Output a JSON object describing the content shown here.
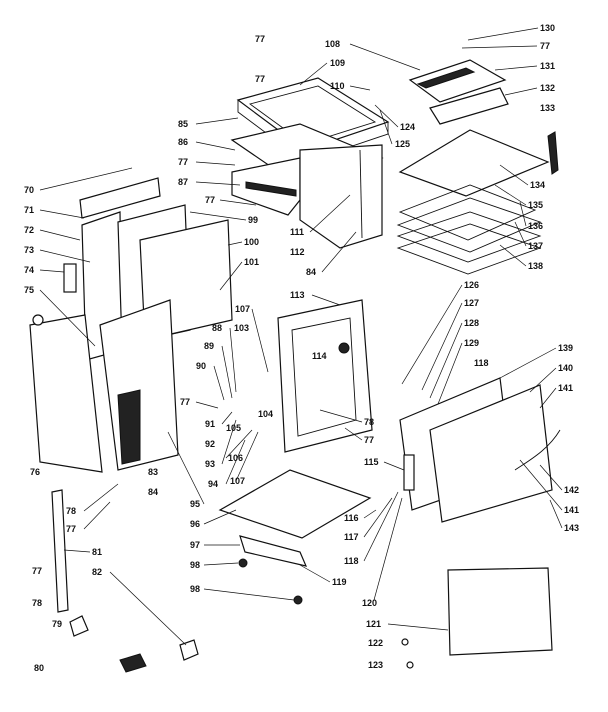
{
  "callouts": [
    {
      "id": "c130",
      "label": "130"
    },
    {
      "id": "c77a",
      "label": "77"
    },
    {
      "id": "c108",
      "label": "108"
    },
    {
      "id": "c77b",
      "label": "77"
    },
    {
      "id": "c131",
      "label": "131"
    },
    {
      "id": "c109",
      "label": "109"
    },
    {
      "id": "c77c",
      "label": "77"
    },
    {
      "id": "c110",
      "label": "110"
    },
    {
      "id": "c132",
      "label": "132"
    },
    {
      "id": "c133",
      "label": "133"
    },
    {
      "id": "c85",
      "label": "85"
    },
    {
      "id": "c124",
      "label": "124"
    },
    {
      "id": "c86",
      "label": "86"
    },
    {
      "id": "c125",
      "label": "125"
    },
    {
      "id": "c77d",
      "label": "77"
    },
    {
      "id": "c134",
      "label": "134"
    },
    {
      "id": "c87",
      "label": "87"
    },
    {
      "id": "c70",
      "label": "70"
    },
    {
      "id": "c77e",
      "label": "77"
    },
    {
      "id": "c135",
      "label": "135"
    },
    {
      "id": "c99",
      "label": "99"
    },
    {
      "id": "c71",
      "label": "71"
    },
    {
      "id": "c136",
      "label": "136"
    },
    {
      "id": "c111",
      "label": "111"
    },
    {
      "id": "c72",
      "label": "72"
    },
    {
      "id": "c100",
      "label": "100"
    },
    {
      "id": "c137",
      "label": "137"
    },
    {
      "id": "c73",
      "label": "73"
    },
    {
      "id": "c112",
      "label": "112"
    },
    {
      "id": "c84a",
      "label": "84"
    },
    {
      "id": "c138",
      "label": "138"
    },
    {
      "id": "c74",
      "label": "74"
    },
    {
      "id": "c101",
      "label": "101"
    },
    {
      "id": "c75",
      "label": "75"
    },
    {
      "id": "c113",
      "label": "113"
    },
    {
      "id": "c126",
      "label": "126"
    },
    {
      "id": "c107a",
      "label": "107"
    },
    {
      "id": "c127",
      "label": "127"
    },
    {
      "id": "c128",
      "label": "128"
    },
    {
      "id": "c88",
      "label": "88"
    },
    {
      "id": "c103",
      "label": "103"
    },
    {
      "id": "c114",
      "label": "114"
    },
    {
      "id": "c129",
      "label": "129"
    },
    {
      "id": "c139",
      "label": "139"
    },
    {
      "id": "c89",
      "label": "89"
    },
    {
      "id": "c118a",
      "label": "118"
    },
    {
      "id": "c90",
      "label": "90"
    },
    {
      "id": "c140",
      "label": "140"
    },
    {
      "id": "c141a",
      "label": "141"
    },
    {
      "id": "c77f",
      "label": "77"
    },
    {
      "id": "c104",
      "label": "104"
    },
    {
      "id": "c78a",
      "label": "78"
    },
    {
      "id": "c91",
      "label": "91"
    },
    {
      "id": "c105",
      "label": "105"
    },
    {
      "id": "c92",
      "label": "92"
    },
    {
      "id": "c77g",
      "label": "77"
    },
    {
      "id": "c93",
      "label": "93"
    },
    {
      "id": "c106",
      "label": "106"
    },
    {
      "id": "c76",
      "label": "76"
    },
    {
      "id": "c83",
      "label": "83"
    },
    {
      "id": "c115",
      "label": "115"
    },
    {
      "id": "c94",
      "label": "94"
    },
    {
      "id": "c107b",
      "label": "107"
    },
    {
      "id": "c142",
      "label": "142"
    },
    {
      "id": "c84b",
      "label": "84"
    },
    {
      "id": "c95",
      "label": "95"
    },
    {
      "id": "c141b",
      "label": "141"
    },
    {
      "id": "c78b",
      "label": "78"
    },
    {
      "id": "c116",
      "label": "116"
    },
    {
      "id": "c143",
      "label": "143"
    },
    {
      "id": "c77h",
      "label": "77"
    },
    {
      "id": "c96",
      "label": "96"
    },
    {
      "id": "c117",
      "label": "117"
    },
    {
      "id": "c81",
      "label": "81"
    },
    {
      "id": "c97",
      "label": "97"
    },
    {
      "id": "c118b",
      "label": "118"
    },
    {
      "id": "c98a",
      "label": "98"
    },
    {
      "id": "c77i",
      "label": "77"
    },
    {
      "id": "c82",
      "label": "82"
    },
    {
      "id": "c119",
      "label": "119"
    },
    {
      "id": "c98b",
      "label": "98"
    },
    {
      "id": "c120",
      "label": "120"
    },
    {
      "id": "c78c",
      "label": "78"
    },
    {
      "id": "c79",
      "label": "79"
    },
    {
      "id": "c121",
      "label": "121"
    },
    {
      "id": "c122",
      "label": "122"
    },
    {
      "id": "c123",
      "label": "123"
    },
    {
      "id": "c80",
      "label": "80"
    }
  ]
}
